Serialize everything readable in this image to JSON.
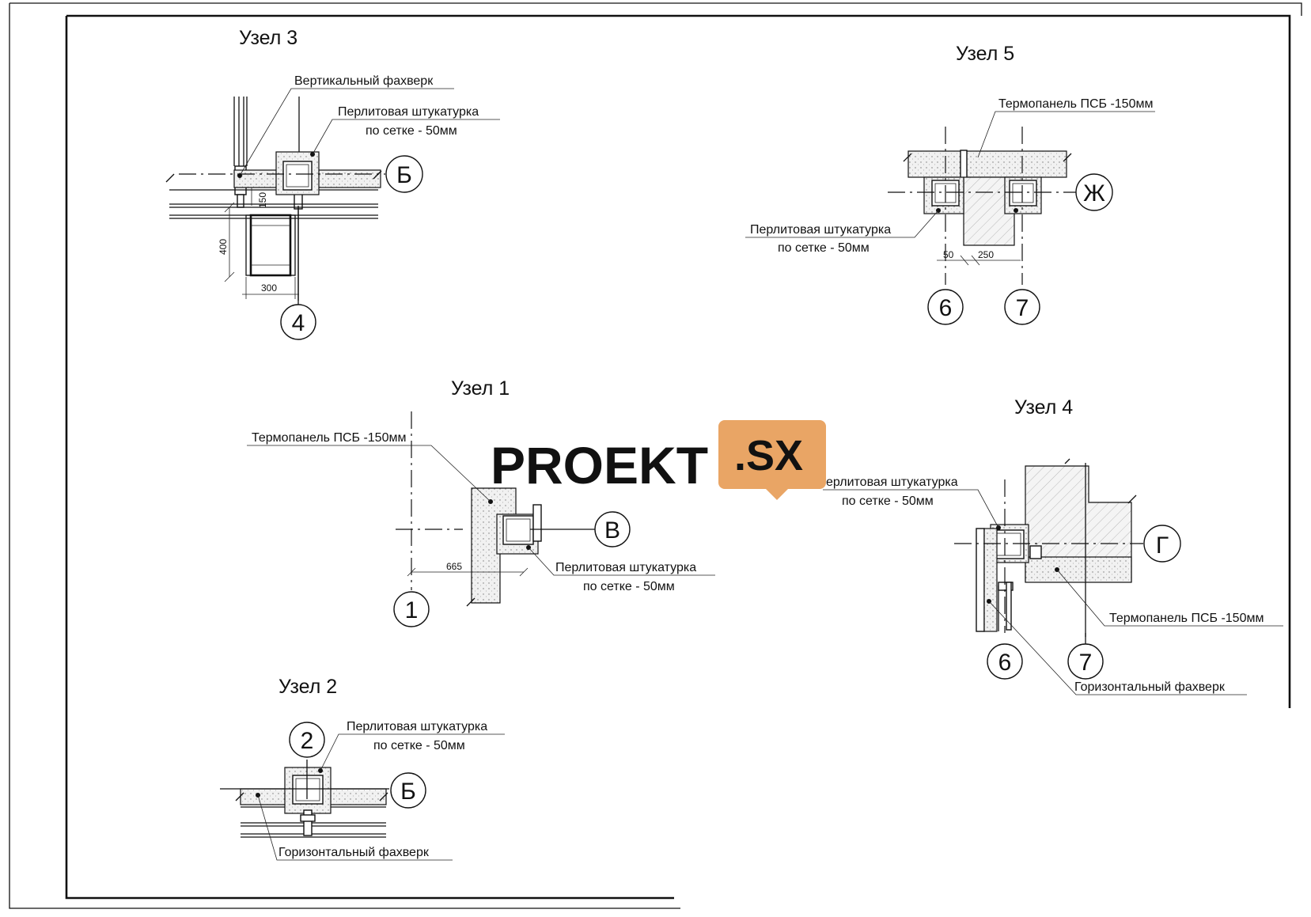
{
  "nodes": {
    "node3": {
      "title": "Узел 3",
      "leader_truss": "Вертикальный фахверк",
      "plaster_line1": "Перлитовая штукатурка",
      "plaster_line2": "по сетке - 50мм",
      "dim_150": "150",
      "dim_400": "400",
      "dim_300": "300",
      "axis_letter": "Б",
      "axis_number": "4"
    },
    "node5": {
      "title": "Узел 5",
      "panel": "Термопанель ПСБ -150мм",
      "plaster_line1": "Перлитовая штукатурка",
      "plaster_line2": "по сетке - 50мм",
      "dim_50": "50",
      "dim_250": "250",
      "axis_letter": "Ж",
      "axis_number_a": "6",
      "axis_number_b": "7"
    },
    "node1": {
      "title": "Узел 1",
      "panel": "Термопанель ПСБ -150мм",
      "plaster_line1": "Перлитовая штукатурка",
      "plaster_line2": "по сетке - 50мм",
      "dim_665": "665",
      "axis_letter": "В",
      "axis_number": "1"
    },
    "node4": {
      "title": "Узел 4",
      "plaster_line1": "ерлитовая штукатурка",
      "plaster_line2": "по сетке - 50мм",
      "panel": "Термопанель ПСБ -150мм",
      "leader_truss": "Горизонтальный фахверк",
      "axis_letter": "Г",
      "axis_number_a": "6",
      "axis_number_b": "7"
    },
    "node2": {
      "title": "Узел 2",
      "plaster_line1": "Перлитовая штукатурка",
      "plaster_line2": "по сетке - 50мм",
      "leader_truss": "Горизонтальный фахверк",
      "axis_letter": "Б",
      "axis_number": "2"
    }
  },
  "watermark": {
    "text_main": "PROEKT",
    "text_badge": ".SX",
    "badge_color": "#e9a565",
    "text_color": "#111111"
  }
}
